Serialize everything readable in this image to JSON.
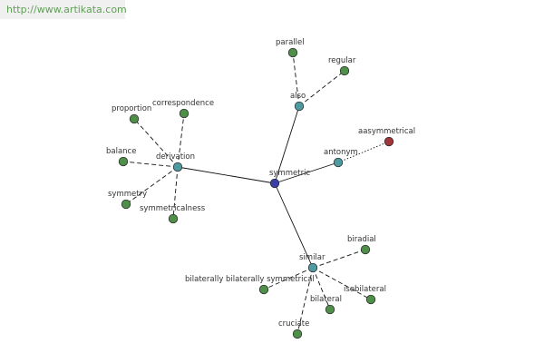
{
  "watermark": {
    "url": "http://www.artikata.com"
  },
  "graph": {
    "colors": {
      "center": "#3a3fa8",
      "hub": "#4f9aa0",
      "leaf": "#4f8f4a",
      "antonym_leaf": "#a0353a",
      "edge": "#111111"
    },
    "nodes": [
      {
        "id": "symmetric",
        "label": "symmetric",
        "kind": "center"
      },
      {
        "id": "also",
        "label": "also",
        "kind": "hub"
      },
      {
        "id": "antonym",
        "label": "antonym",
        "kind": "hub"
      },
      {
        "id": "derivation",
        "label": "derivation",
        "kind": "hub"
      },
      {
        "id": "similar",
        "label": "similar",
        "kind": "hub"
      },
      {
        "id": "parallel",
        "label": "parallel",
        "kind": "leaf"
      },
      {
        "id": "regular",
        "label": "regular",
        "kind": "leaf"
      },
      {
        "id": "asymmetrical",
        "label": "aasymmetrical",
        "kind": "antonym_leaf"
      },
      {
        "id": "proportion",
        "label": "proportion",
        "kind": "leaf"
      },
      {
        "id": "correspondence",
        "label": "correspondence",
        "kind": "leaf"
      },
      {
        "id": "balance",
        "label": "balance",
        "kind": "leaf"
      },
      {
        "id": "symmetry",
        "label": "symmetry",
        "kind": "leaf"
      },
      {
        "id": "symmetricalness",
        "label": "symmetricalness",
        "kind": "leaf"
      },
      {
        "id": "biradial",
        "label": "biradial",
        "kind": "leaf"
      },
      {
        "id": "bilaterally_symmetrical",
        "label": "bilaterally bilaterally symmetrical",
        "kind": "leaf"
      },
      {
        "id": "bilateral",
        "label": "bilateral",
        "kind": "leaf"
      },
      {
        "id": "isobilateral",
        "label": "isobilateral",
        "kind": "leaf"
      },
      {
        "id": "cruciate",
        "label": "cruciate",
        "kind": "leaf"
      }
    ],
    "edges": [
      {
        "from": "symmetric",
        "to": "also",
        "style": "solid"
      },
      {
        "from": "symmetric",
        "to": "antonym",
        "style": "solid"
      },
      {
        "from": "symmetric",
        "to": "derivation",
        "style": "solid"
      },
      {
        "from": "symmetric",
        "to": "similar",
        "style": "solid"
      },
      {
        "from": "also",
        "to": "parallel",
        "style": "dashed"
      },
      {
        "from": "also",
        "to": "regular",
        "style": "dashed"
      },
      {
        "from": "antonym",
        "to": "asymmetrical",
        "style": "dotted"
      },
      {
        "from": "derivation",
        "to": "proportion",
        "style": "dashed"
      },
      {
        "from": "derivation",
        "to": "correspondence",
        "style": "dashed"
      },
      {
        "from": "derivation",
        "to": "balance",
        "style": "dashed"
      },
      {
        "from": "derivation",
        "to": "symmetry",
        "style": "dashed"
      },
      {
        "from": "derivation",
        "to": "symmetricalness",
        "style": "dashed"
      },
      {
        "from": "similar",
        "to": "biradial",
        "style": "dashed"
      },
      {
        "from": "similar",
        "to": "bilaterally_symmetrical",
        "style": "dashed"
      },
      {
        "from": "similar",
        "to": "bilateral",
        "style": "dashed"
      },
      {
        "from": "similar",
        "to": "isobilateral",
        "style": "dashed"
      },
      {
        "from": "similar",
        "to": "cruciate",
        "style": "dashed"
      }
    ]
  }
}
